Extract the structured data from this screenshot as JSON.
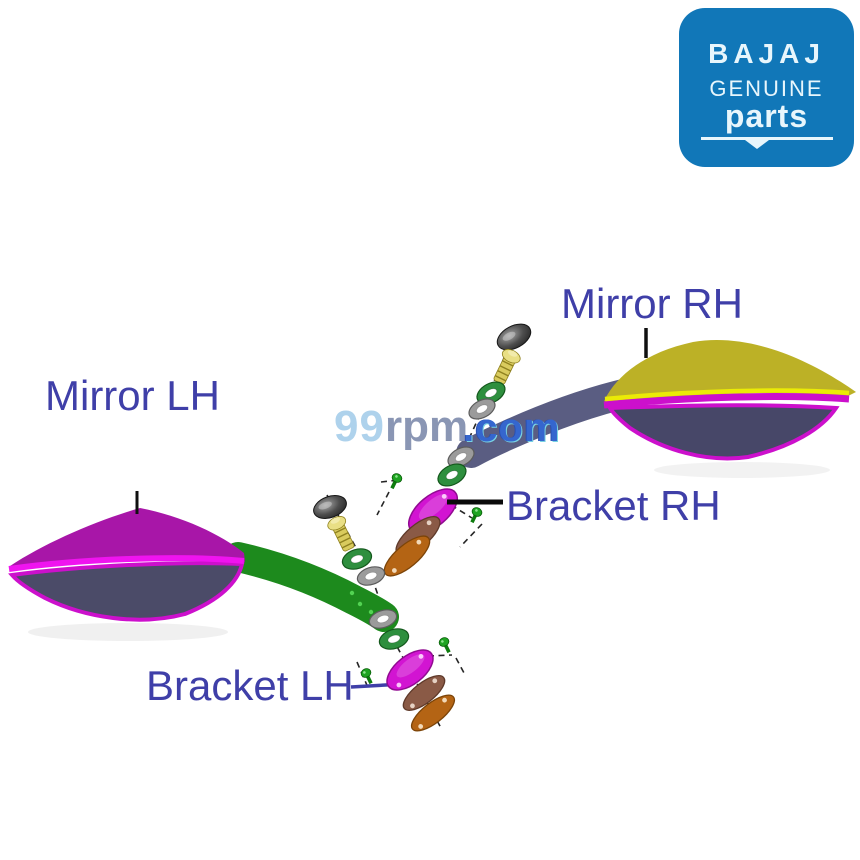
{
  "logo": {
    "brand": "BAJAJ",
    "line1": "GENUINE",
    "line2": "parts",
    "bg_color": "#1177b8",
    "text_color": "#e8f6fc"
  },
  "labels": {
    "mirror_rh": "Mirror RH",
    "mirror_lh": "Mirror LH",
    "bracket_rh": "Bracket RH",
    "bracket_lh": "Bracket LH",
    "text_color": "#3f3fa8"
  },
  "watermark": {
    "prefix": "99",
    "mid": "rpm",
    "suffix": ".com",
    "prefix_color": "#aed2ec",
    "mid_color": "#8a96b4",
    "suffix_color": "#3566ce"
  },
  "diagram": {
    "colors": {
      "mirror_rh_housing": "#bcb126",
      "mirror_rh_highlight": "#ebeb06",
      "mirror_rh_face": "#474768",
      "mirror_rh_stalk": "#5a5d82",
      "mirror_lh_housing": "#a816a8",
      "mirror_lh_highlight": "#ef14ef",
      "mirror_lh_face": "#4b4b68",
      "mirror_lh_stalk": "#1d8a1d",
      "rim": "#cc10cc",
      "washer_green": "#2e8f3e",
      "washer_gray": "#9b9b9b",
      "screw_stud": "#d9cb5e",
      "bracket": "#d214d2",
      "clamp_brown": "#8a5a46",
      "clamp_orange": "#b46414",
      "screw_small": "#1fa422",
      "centerline": "#262626",
      "pointer_black": "#101010"
    }
  }
}
